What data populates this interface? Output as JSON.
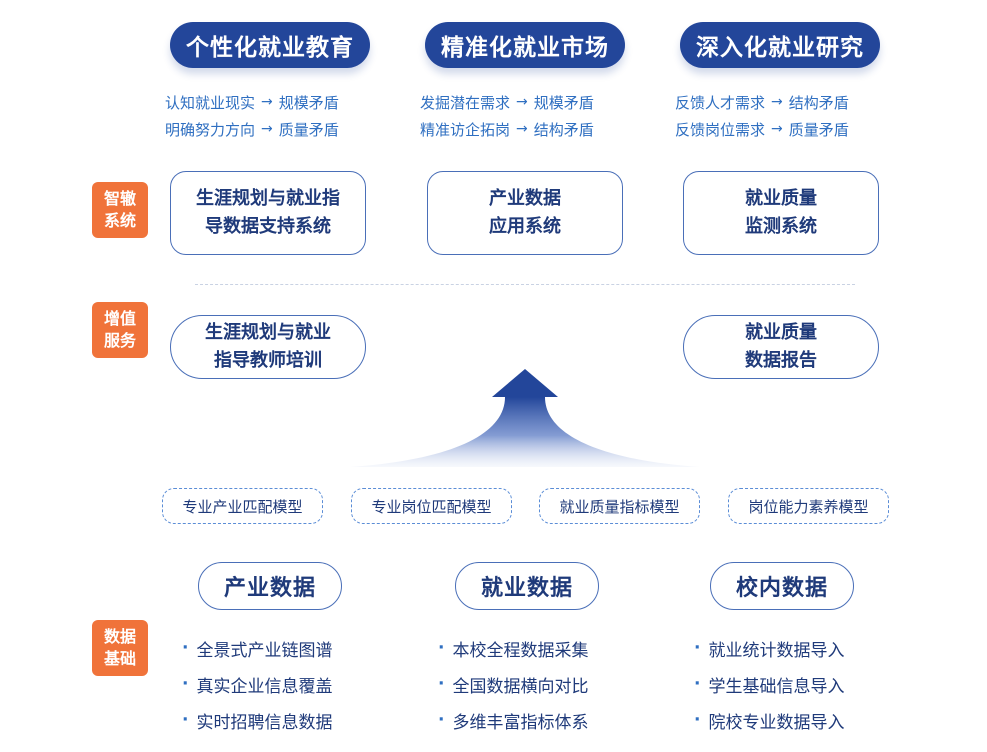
{
  "top_pills": [
    {
      "label": "个性化就业教育"
    },
    {
      "label": "精准化就业市场"
    },
    {
      "label": "深入化就业研究"
    }
  ],
  "requirements": [
    [
      {
        "from": "认知就业现实",
        "to": "规模矛盾"
      },
      {
        "from": "明确努力方向",
        "to": "质量矛盾"
      }
    ],
    [
      {
        "from": "发掘潜在需求",
        "to": "规模矛盾"
      },
      {
        "from": "精准访企拓岗",
        "to": "结构矛盾"
      }
    ],
    [
      {
        "from": "反馈人才需求",
        "to": "结构矛盾"
      },
      {
        "from": "反馈岗位需求",
        "to": "质量矛盾"
      }
    ]
  ],
  "arrow_glyph": "→",
  "side_tags": {
    "system": "智辙\n系统",
    "service": "增值\n服务",
    "data": "数据\n基础"
  },
  "systems": [
    "生涯规划与就业指\n导数据支持系统",
    "产业数据\n应用系统",
    "就业质量\n监测系统"
  ],
  "services": [
    "生涯规划与就业\n指导教师培训",
    "就业质量\n数据报告"
  ],
  "models": [
    "专业产业匹配模型",
    "专业岗位匹配模型",
    "就业质量指标模型",
    "岗位能力素养模型"
  ],
  "data_groups": [
    {
      "title": "产业数据",
      "items": [
        "全景式产业链图谱",
        "真实企业信息覆盖",
        "实时招聘信息数据"
      ]
    },
    {
      "title": "就业数据",
      "items": [
        "本校全程数据采集",
        "全国数据横向对比",
        "多维丰富指标体系"
      ]
    },
    {
      "title": "校内数据",
      "items": [
        "就业统计数据导入",
        "学生基础信息导入",
        "院校专业数据导入"
      ]
    }
  ],
  "bullet_glyph": "·",
  "colors": {
    "pill_bg": "#23469a",
    "accent_text": "#2f6fc1",
    "tag_orange": "#f0733a",
    "border_blue": "#4a6fb8"
  }
}
